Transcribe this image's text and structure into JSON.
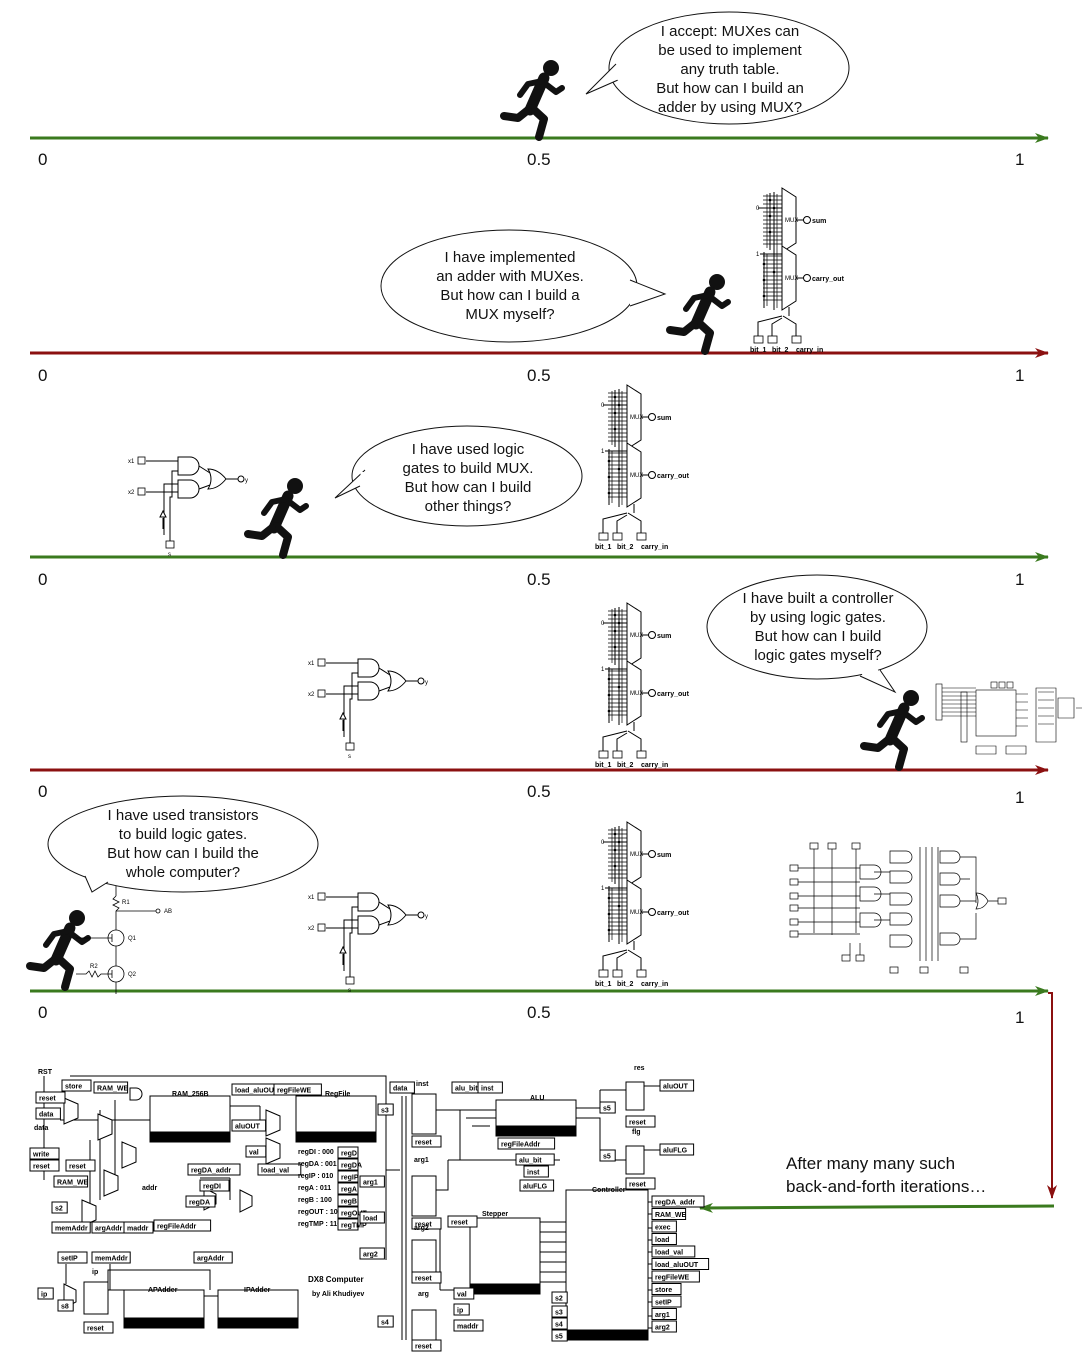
{
  "rows": [
    {
      "labels": [
        "0",
        "0.5",
        "1"
      ],
      "bubble": "I accept: MUXes can\nbe used to implement\nany truth table.\nBut how can I build an\nadder by using MUX?"
    },
    {
      "labels": [
        "0",
        "0.5",
        "1"
      ],
      "bubble": "I have implemented\nan adder with MUXes.\nBut how can I build a\nMUX myself?"
    },
    {
      "labels": [
        "0",
        "0.5",
        "1"
      ],
      "bubble": "I have used logic\ngates to build MUX.\nBut how can I build\nother things?"
    },
    {
      "labels": [
        "0",
        "0.5",
        "1"
      ],
      "bubble": "I have built a controller\nby using logic gates.\nBut how can I build\nlogic gates myself?"
    },
    {
      "labels": [
        "0",
        "0.5",
        "1"
      ],
      "bubble": "I have used transistors\nto build logic gates.\nBut how can I build the\nwhole computer?"
    }
  ],
  "final_text": "After many many such\nback-and-forth iterations…",
  "colors": {
    "green": "#3a7a1e",
    "red": "#8b1010",
    "ink": "#111111"
  },
  "mux_circuit": {
    "mux": "MUX",
    "sum": "sum",
    "carry_out": "carry_out",
    "bit_1": "bit_1",
    "bit_2": "bit_2",
    "carry_in": "carry_in",
    "sel0": "0",
    "sel1": "1"
  },
  "gate_circuit": {
    "x1": "x1",
    "x2": "x2",
    "s": "s",
    "y": "y"
  },
  "transistor_circuit": {
    "r1": "R1",
    "r2": "R2",
    "q1": "Q1",
    "q2": "Q2",
    "ab": "AB"
  },
  "computer": {
    "rst": "RST",
    "reset": "reset",
    "store": "store",
    "ram_we": "RAM_WE",
    "ram_title": "RAM_256B",
    "ram_impl": "c6s5_ram_8x8_impl",
    "regfile_title": "RegFile",
    "regfile_impl": "c6s6_reg_3x8_impl",
    "load_aluout": "load_aluOUT",
    "regfile_we": "regFileWE",
    "data": "data",
    "inst": "inst",
    "alu_bit": "alu_bit",
    "alu_title": "ALU",
    "alu_impl": "c6s6_cpu_8b_impl",
    "res": "res",
    "aluout": "aluOUT",
    "flg": "flg",
    "aluflg": "aluFLG",
    "write": "write",
    "addr": "addr",
    "regda_addr": "regDA_addr",
    "regdi": "regDI",
    "regda": "regDA",
    "val": "val",
    "load_val": "load_val",
    "s2": "s2",
    "s3": "s3",
    "s4": "s4",
    "s5": "s5",
    "s8": "s8",
    "memaddr": "memAddr",
    "argaddr": "argAddr",
    "maddr": "maddr",
    "regfileaddr": "regFileAddr",
    "regs": [
      "regDI : 000",
      "regDA : 001",
      "regIP : 010",
      "regA : 011",
      "regB : 100",
      "regOUT : 101",
      "regTMP : 110"
    ],
    "reg_names": [
      "regDI",
      "regDA",
      "regIP",
      "regA",
      "regB",
      "regOUT",
      "regTMP"
    ],
    "arg1": "arg1",
    "arg2": "arg2",
    "arg": "arg",
    "load": "load",
    "stepper": "Stepper",
    "stepper_impl": "c6s6_stepper_impl",
    "controller": "Controller",
    "controller_impl": "c6s6_controller_impl",
    "ctrl_outs": [
      "regDA_addr",
      "RAM_WE",
      "exec",
      "load",
      "load_val",
      "load_aluOUT",
      "regFileWE",
      "store",
      "setIP",
      "arg1",
      "arg2"
    ],
    "setip": "setIP",
    "ip": "ip",
    "apadder": "APAdder",
    "ipadder": "IPAdder",
    "adder_impl": "c6s6_add1_8b_impl",
    "title": "DX8 Computer",
    "author": "by Ali Khudiyev"
  }
}
